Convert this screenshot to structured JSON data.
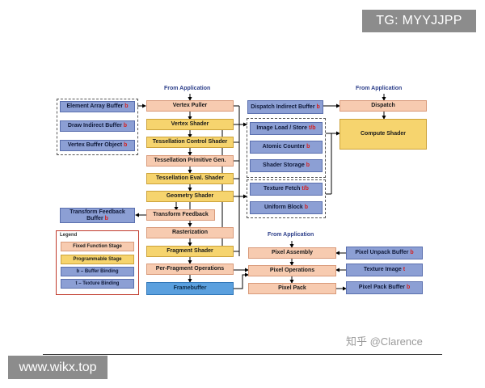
{
  "watermarks": {
    "top": "TG: MYYJJPP",
    "bottom": "www.wikx.top",
    "credit": "知乎 @Clarence"
  },
  "headers": {
    "left": "From Application",
    "right": "From Application",
    "pixel": "From Application"
  },
  "center": {
    "vertex_puller": "Vertex Puller",
    "vertex_shader": "Vertex Shader",
    "tess_control": "Tessellation Control Shader",
    "tess_primitive": "Tessellation Primitive Gen.",
    "tess_eval": "Tessellation Eval. Shader",
    "geometry": "Geometry Shader",
    "transform_feedback": "Transform Feedback",
    "rasterization": "Rasterization",
    "fragment": "Fragment Shader",
    "per_fragment": "Per-Fragment Operations",
    "framebuffer": "Framebuffer"
  },
  "left_buffers": {
    "element_array": "Element Array Buffer",
    "draw_indirect": "Draw Indirect Buffer",
    "vertex_buffer": "Vertex Buffer Object",
    "tf_buffer": "Transform Feedback Buffer",
    "b": "b"
  },
  "resources": {
    "dispatch_indirect": "Dispatch Indirect Buffer",
    "image_load": "Image Load / Store",
    "atomic": "Atomic Counter",
    "storage": "Shader Storage",
    "texture_fetch": "Texture Fetch",
    "uniform": "Uniform Block",
    "b": "b",
    "t": "t",
    "tb": "t/b"
  },
  "compute": {
    "dispatch": "Dispatch",
    "shader": "Compute Shader"
  },
  "pixel": {
    "assembly": "Pixel Assembly",
    "operations": "Pixel Operations",
    "pack": "Pixel Pack",
    "unpack_buffer": "Pixel Unpack Buffer",
    "texture_image": "Texture Image",
    "pack_buffer": "Pixel Pack Buffer"
  },
  "legend": {
    "title": "Legend",
    "fixed": "Fixed Function Stage",
    "programmable": "Programmable Stage",
    "buffer": "b – Buffer Binding",
    "texture": "t – Texture Binding"
  },
  "colors": {
    "fixed": "#f7cbb0",
    "programmable": "#f6d46e",
    "buffer": "#8c9fd4",
    "framebuffer": "#5ba0de",
    "binding_letter": "#d42020"
  }
}
